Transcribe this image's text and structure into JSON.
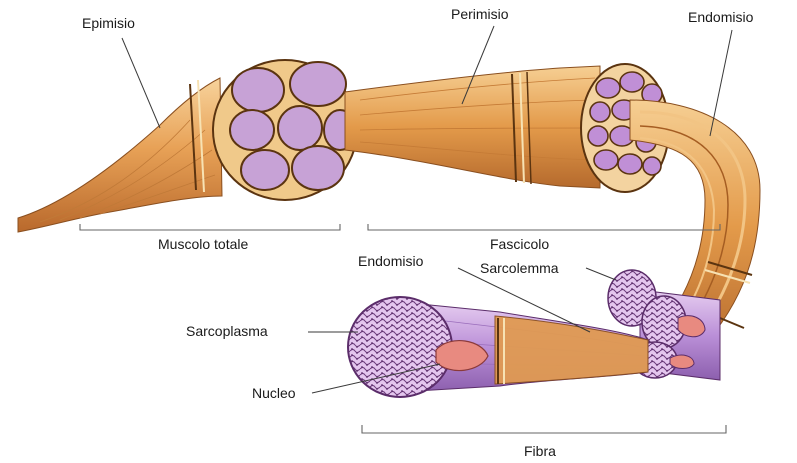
{
  "labels": {
    "epimisio": "Epimisio",
    "perimisio": "Perimisio",
    "endomisio_top": "Endomisio",
    "muscolo_totale": "Muscolo totale",
    "fascicolo": "Fascicolo",
    "endomisio_mid": "Endomisio",
    "sarcolemma": "Sarcolemma",
    "sarcoplasma": "Sarcoplasma",
    "nucleo": "Nucleo",
    "fibra": "Fibra"
  },
  "colors": {
    "muscle_orange": "#e39a4a",
    "muscle_light": "#f5c98a",
    "muscle_dark": "#b8692a",
    "fascicle_purple": "#c39ad6",
    "fiber_purple": "#b98fd6",
    "nucleus": "#e88a80"
  }
}
